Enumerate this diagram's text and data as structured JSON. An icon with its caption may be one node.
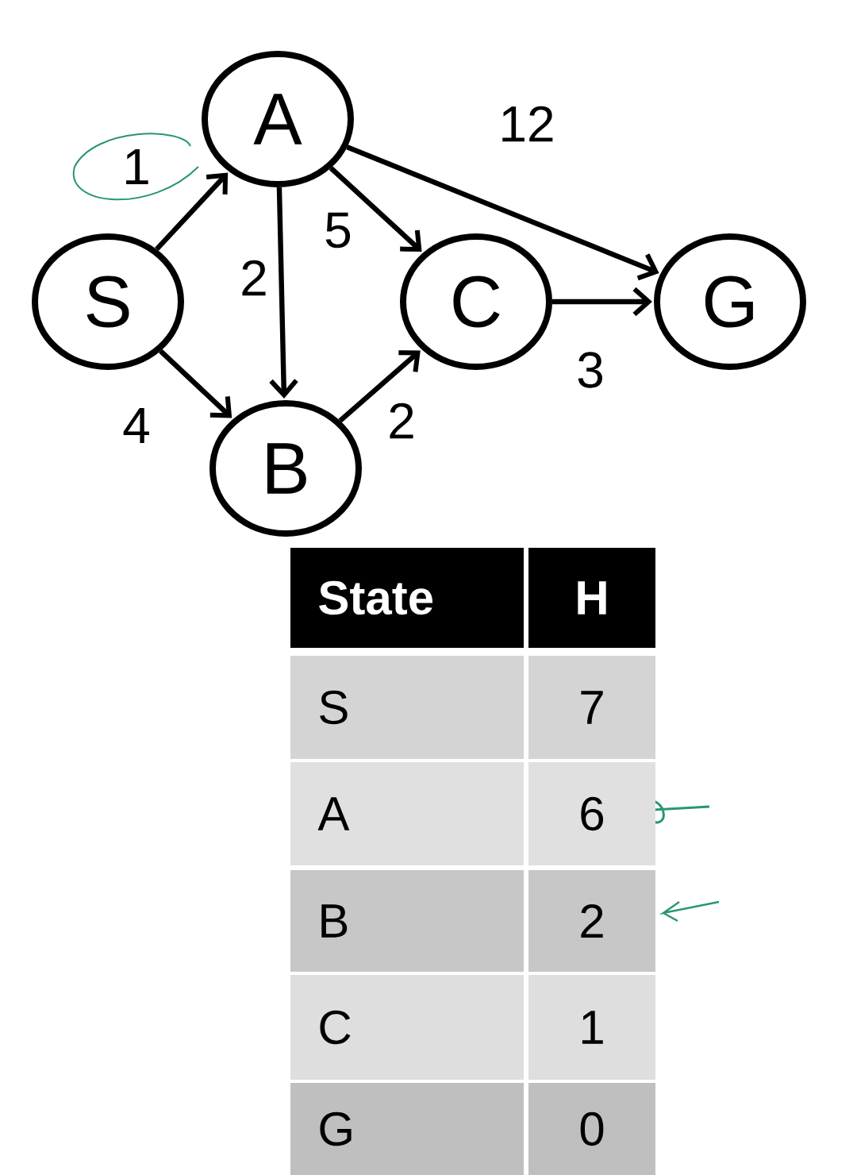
{
  "diagram": {
    "nodes": [
      {
        "text": [
          "S"
        ]
      },
      {
        "text": [
          "A"
        ]
      },
      {
        "text": [
          "B"
        ]
      },
      {
        "text": [
          "C"
        ]
      },
      {
        "text": [
          "G"
        ]
      }
    ],
    "edges": [
      {
        "from": 0,
        "to": 1,
        "arrow": "to",
        "label": "1"
      },
      {
        "from": 0,
        "to": 2,
        "arrow": "to",
        "label": "4"
      },
      {
        "from": 1,
        "to": 2,
        "arrow": "to",
        "label": "2"
      },
      {
        "from": 1,
        "to": 3,
        "arrow": "to",
        "label": "5"
      },
      {
        "from": 1,
        "to": 4,
        "arrow": "to",
        "label": "12"
      },
      {
        "from": 2,
        "to": 3,
        "arrow": "to",
        "label": "2"
      },
      {
        "from": 3,
        "to": 4,
        "arrow": "to",
        "label": "3"
      }
    ],
    "labels": [
      "State",
      "H",
      "S",
      "7",
      "A",
      "6",
      "B",
      "2",
      "C",
      "1",
      "G",
      "0"
    ]
  }
}
